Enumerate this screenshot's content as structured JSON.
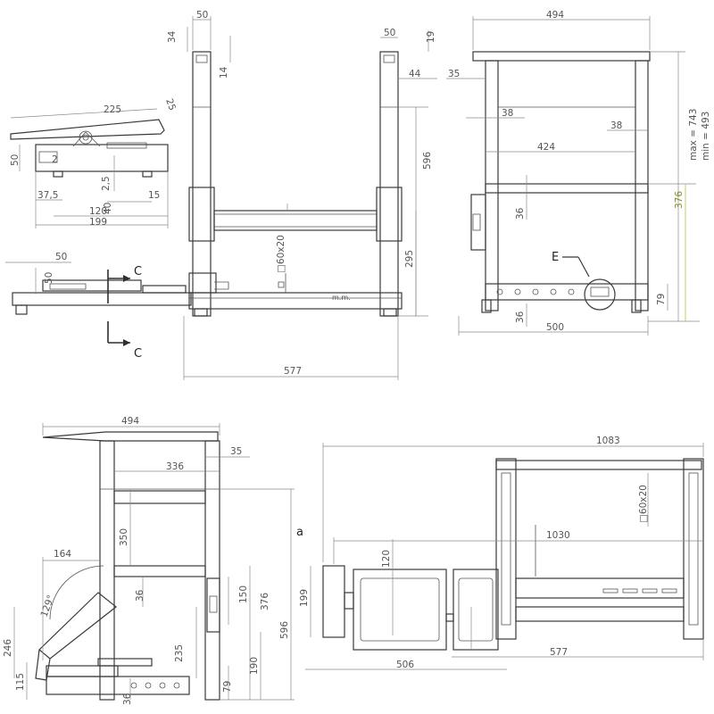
{
  "drawing": {
    "views": {
      "side_top": {
        "dims": [
          "50",
          "34",
          "14",
          "50",
          "19",
          "44",
          "596",
          "295",
          "577",
          "50",
          "50"
        ],
        "note_tube": "□60x20",
        "note_mm": "m.m.",
        "section_label_top": "C",
        "section_label_bottom": "C"
      },
      "pedal_detail": {
        "dims": [
          "225",
          "25",
          "50",
          "2",
          "2,5",
          "37,5",
          "40",
          "15",
          "120",
          "199"
        ]
      },
      "front_top": {
        "dims": [
          "494",
          "35",
          "38",
          "38",
          "424",
          "36",
          "36",
          "79",
          "500",
          "376"
        ],
        "height_max": "max = 743",
        "height_min": "min = 493",
        "detail_label": "E"
      },
      "side_bottom": {
        "dims": [
          "494",
          "35",
          "336",
          "350",
          "164",
          "36",
          "150",
          "376",
          "596",
          "235",
          "190",
          "79",
          "36",
          "246",
          "115"
        ],
        "angle": "129°"
      },
      "plan_view": {
        "dims": [
          "1083",
          "1030",
          "199",
          "120",
          "506",
          "577"
        ],
        "note_tube": "□60x20",
        "label_a": "a"
      }
    }
  }
}
